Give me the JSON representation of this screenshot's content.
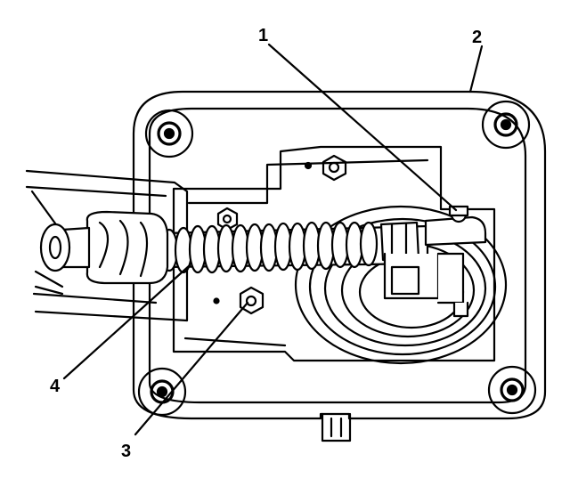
{
  "callouts": [
    "1",
    "2",
    "3",
    "4"
  ],
  "colors": {
    "line": "#000000",
    "fill": "#ffffff"
  }
}
